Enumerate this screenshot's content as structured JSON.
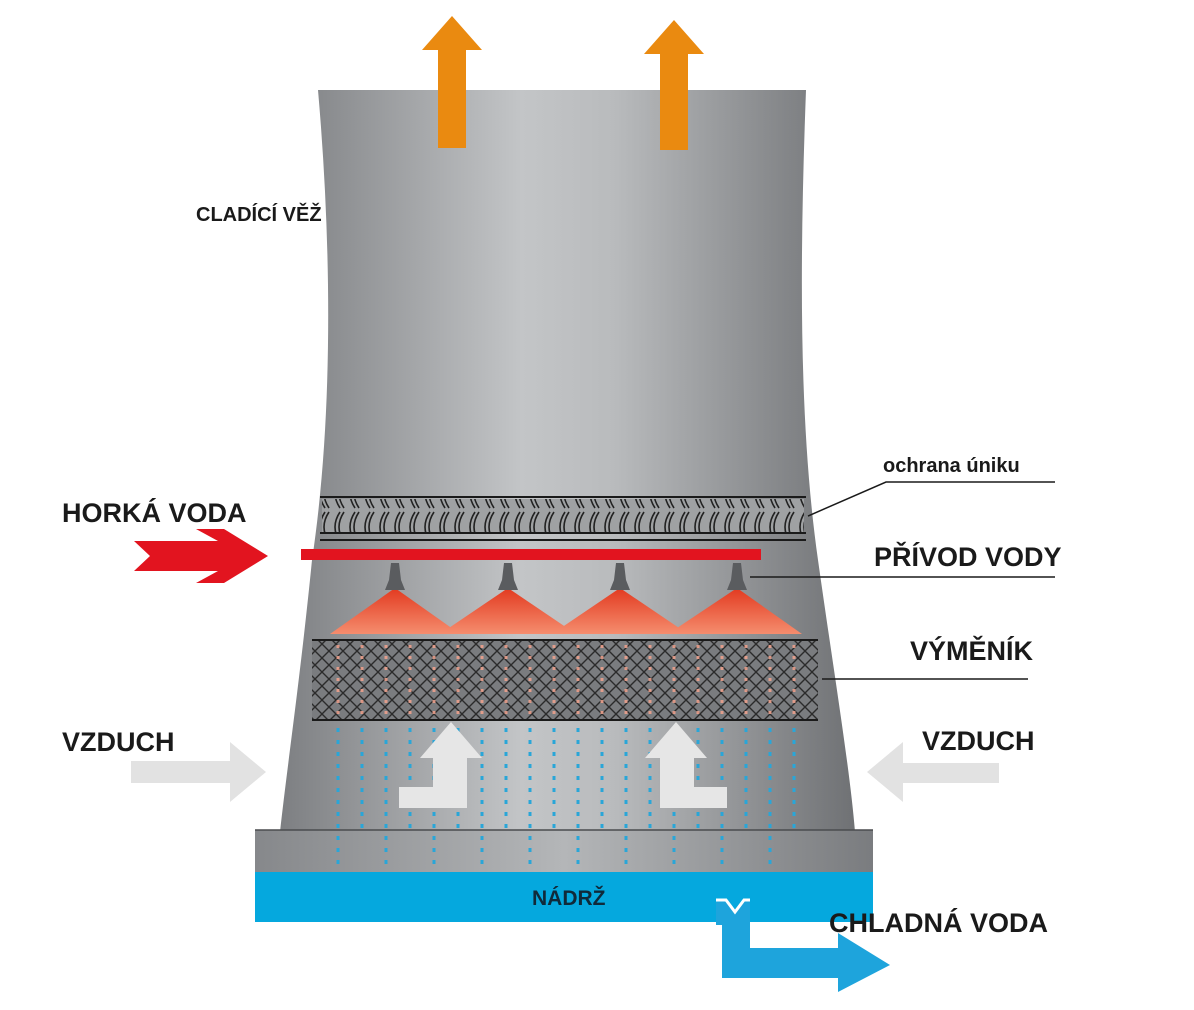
{
  "labels": {
    "tower": "CLADÍCÍ VĚŽ",
    "drift_eliminator": "ochrana úniku",
    "hot_water": "HORKÁ VODA",
    "water_supply": "PŘÍVOD VODY",
    "exchanger": "VÝMĚNÍK",
    "air_left": "VZDUCH",
    "air_right": "VZDUCH",
    "tank": "NÁDRŽ",
    "cold_water": "CHLADNÁ VODA"
  },
  "colors": {
    "tower_gray": "#8f9194",
    "tower_highlight": "#c9cbcd",
    "steam_arrow": "#ea8a10",
    "hot_water_arrow": "#e2141f",
    "spray": "#f0654a",
    "air_arrow": "#e2e2e2",
    "water_drops": "#29a6d8",
    "tank": "#05a8de",
    "cold_water_arrow": "#1ea4dc"
  },
  "icons": {
    "steam": "arrow-up-icon",
    "hot_water": "arrow-right-icon",
    "air_in": "arrow-horizontal-icon",
    "air_up": "arrow-bend-up-icon",
    "nozzle": "spray-nozzle-icon",
    "cold_water": "outflow-arrow-icon"
  }
}
